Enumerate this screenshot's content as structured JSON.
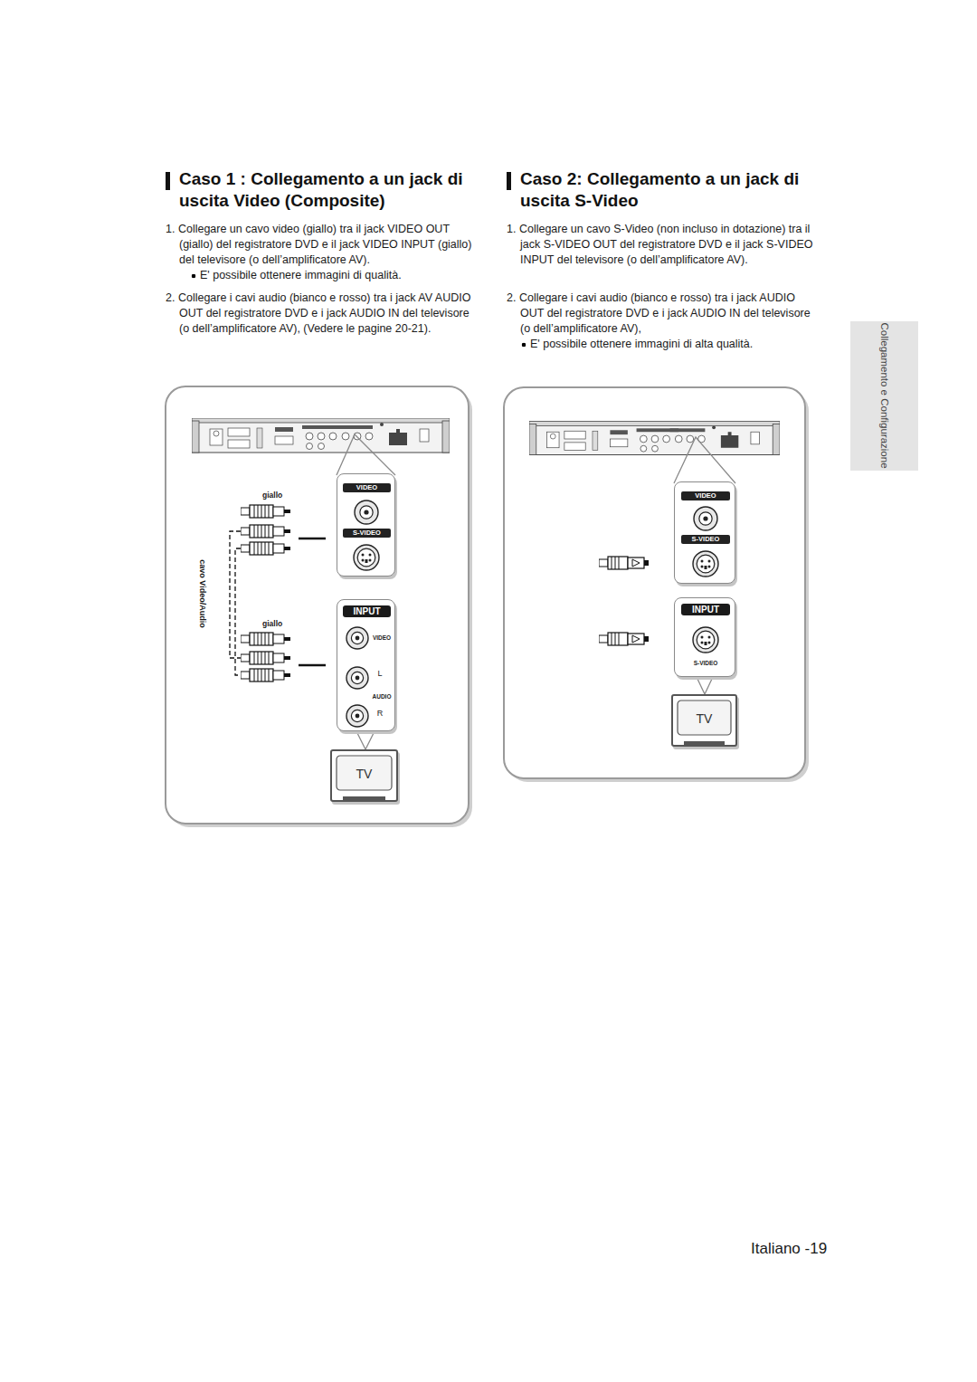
{
  "diagram": {
    "nodes": [
      {
        "text": [
          "VIDEO",
          "S-VIDEO"
        ]
      },
      {
        "text": [
          "INPUT",
          "VIDEO",
          "L",
          "AUDIO",
          "R"
        ]
      },
      {
        "text": [
          "TV"
        ]
      },
      {
        "text": [
          "VIDEO",
          "S-VIDEO"
        ]
      },
      {
        "text": [
          "INPUT",
          "S-VIDEO"
        ]
      },
      {
        "text": [
          "TV"
        ]
      },
      {
        "text": [
          "Collegamento e Configurazione"
        ]
      }
    ],
    "edges": [
      {
        "from": 0,
        "to": 1,
        "arrow": "both"
      },
      {
        "from": 3,
        "to": 4,
        "arrow": "both"
      }
    ],
    "labels": [
      "Caso 1 : Collegamento a un jack di uscita Video (Composite)",
      "1. Collegare un cavo video (giallo) tra il jack VIDEO OUT (giallo) del registratore DVD e il jack VIDEO INPUT (giallo) del televisore (o dell’amplificatore AV).",
      "E' possibile ottenere immagini di qualità.",
      "2. Collegare i cavi audio (bianco e rosso) tra i jack AV AUDIO OUT del registratore DVD e i jack AUDIO IN del televisore (o dell’amplificatore AV), (Vedere le pagine 20-21).",
      "Caso 2: Collegamento a un jack di uscita S-Video",
      "1. Collegare un cavo S-Video (non incluso in dotazione) tra il jack S-VIDEO OUT del registratore DVD e il jack S-VIDEO INPUT del televisore (o dell’amplificatore AV).",
      "2. Collegare i cavi audio (bianco e rosso) tra i jack AUDIO OUT del registratore DVD e i jack AUDIO IN del televisore (o dell’amplificatore AV),",
      "E' possibile ottenere immagini di alta qualità.",
      "giallo",
      "cavo Video/Audio",
      "giallo",
      "Italiano -19"
    ]
  }
}
